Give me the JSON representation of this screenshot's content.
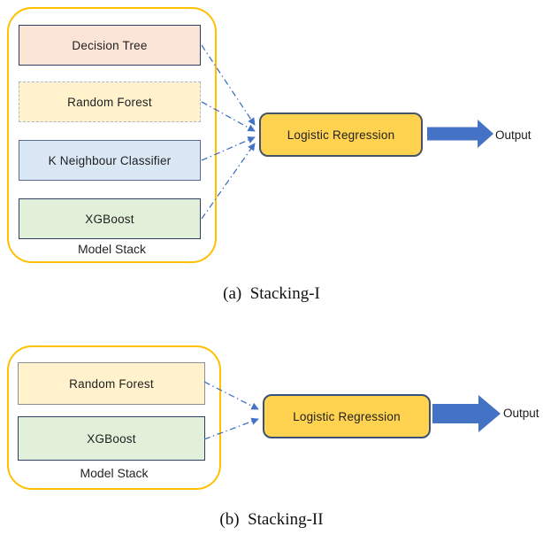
{
  "palette": {
    "container_border": "#FFC000",
    "arrow_blue": "#4472C4",
    "dark_border": "#2F3C63",
    "lr_fill": "#FFD34F",
    "lr_border_a": "#44546A",
    "lr_border_b": "#3D5077"
  },
  "figure_a": {
    "caption": "(a)  Stacking-I",
    "stack_label": "Model Stack",
    "models": [
      {
        "label": "Decision Tree",
        "fill": "#FBE5D6",
        "border": "#2F3C63",
        "border_style": "solid"
      },
      {
        "label": "Random Forest",
        "fill": "#FFF2CC",
        "border": "#A9B8CE",
        "border_style": "dashed"
      },
      {
        "label": "K Neighbour Classifier",
        "fill": "#DAE7F5",
        "border": "#5A6B8C",
        "border_style": "solid"
      },
      {
        "label": "XGBoost",
        "fill": "#E2F0D9",
        "border": "#2F3C63",
        "border_style": "solid"
      }
    ],
    "meta_model": "Logistic Regression",
    "output_label": "Output"
  },
  "figure_b": {
    "caption": "(b)  Stacking-II",
    "stack_label": "Model Stack",
    "models": [
      {
        "label": "Random Forest",
        "fill": "#FFF2CC",
        "border": "#8C9097",
        "border_style": "solid"
      },
      {
        "label": "XGBoost",
        "fill": "#E2F0D9",
        "border": "#2F3C63",
        "border_style": "solid"
      }
    ],
    "meta_model": "Logistic Regression",
    "output_label": "Output"
  }
}
